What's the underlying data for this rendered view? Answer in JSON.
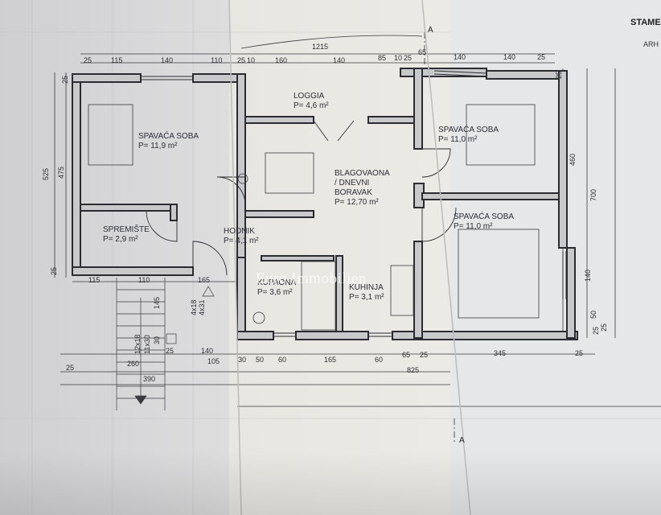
{
  "sheet": {
    "side_title": "STAME",
    "side_sub": "ARH"
  },
  "watermark": "Euro Immobilien",
  "section_marks": {
    "top": "A",
    "bottom": "A"
  },
  "rooms": [
    {
      "name": "SPAVAĆA SOBA",
      "area": "P= 11,9 m²"
    },
    {
      "name": "LOGGIA",
      "area": "P= 4,6 m²"
    },
    {
      "name": "SPAVAĆA SOBA",
      "area": "P= 11,0 m²"
    },
    {
      "name": "BLAGOVAONA",
      "name2": "/ DNEVNI",
      "name3": "BORAVAK",
      "area": "P= 12,70 m²"
    },
    {
      "name": "SPAVAĆA SOBA",
      "area": "P= 11,0 m²"
    },
    {
      "name": "SPREMIŠTE",
      "area": "P= 2,9 m²"
    },
    {
      "name": "HODNIK",
      "area": "P= 4,1 m²"
    },
    {
      "name": "KUPAONA",
      "area": "P= 3,6 m²"
    },
    {
      "name": "KUHINJA",
      "area": "P= 3,1 m²"
    }
  ],
  "dimensions": {
    "top_total": "1215",
    "top_row": [
      "25",
      "115",
      "140",
      "110",
      "25",
      "10",
      "160",
      "140",
      "85",
      "10",
      "25",
      "65",
      "140",
      "140",
      "25"
    ],
    "left_col": [
      "525",
      "475",
      "25",
      "25"
    ],
    "right_col": [
      "25",
      "460",
      "700",
      "140",
      "50",
      "25",
      "25"
    ],
    "bottom_row1": [
      "115",
      "110",
      "165"
    ],
    "bottom_row2": [
      "25",
      "140",
      "105",
      "30",
      "50",
      "60",
      "165",
      "60",
      "65",
      "25",
      "345",
      "25"
    ],
    "bottom_row3": [
      "25",
      "260",
      "390",
      "825"
    ],
    "stairs": [
      "145",
      "12x18",
      "11x30",
      "30",
      "4x18",
      "4x31"
    ]
  }
}
